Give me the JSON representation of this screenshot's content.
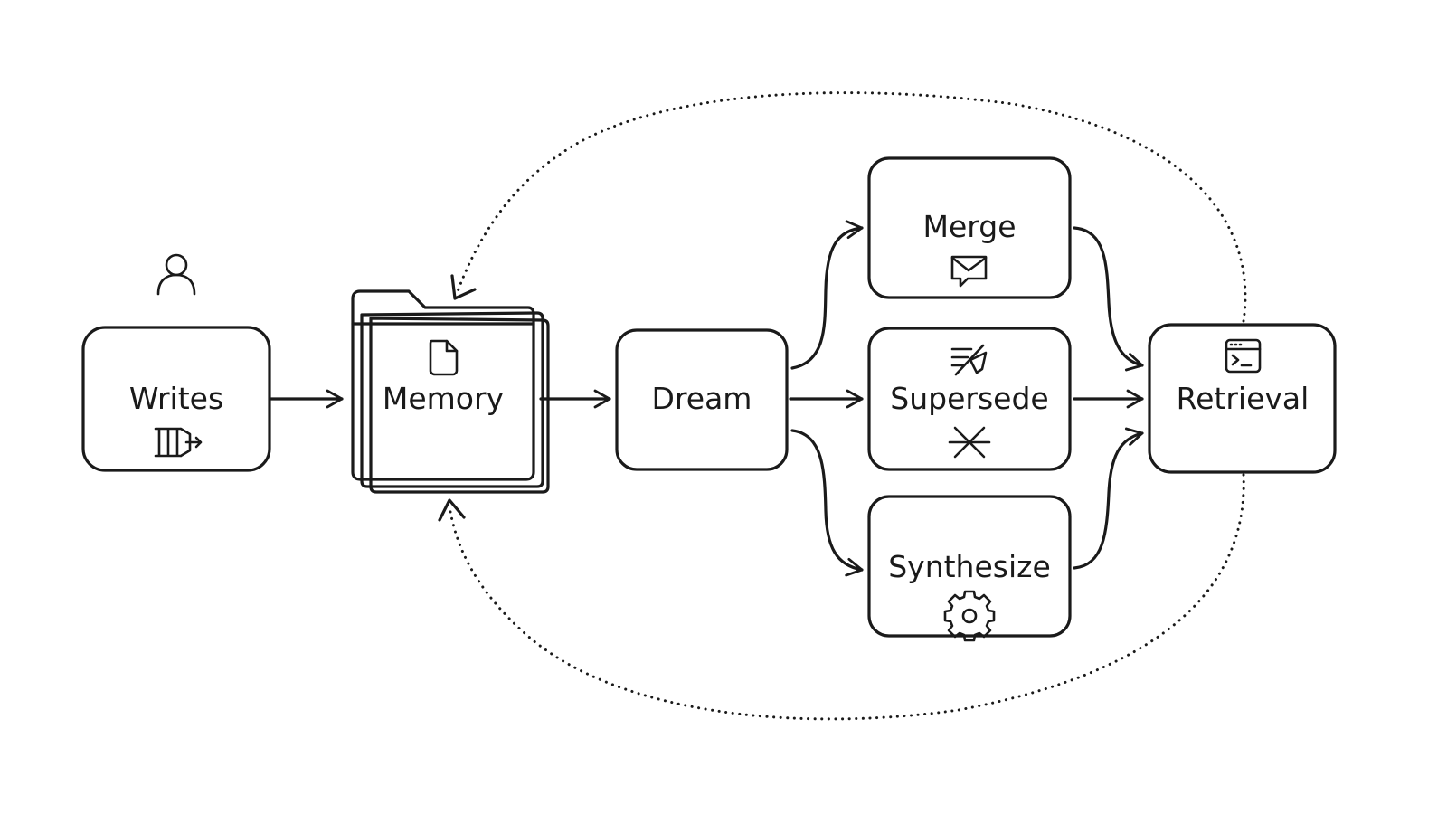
{
  "nodes": {
    "writes": {
      "label": "Writes",
      "fill": "#fbe8a6",
      "icon": "write-input-icon",
      "badge_icon": "user-icon"
    },
    "memory": {
      "label": "Memory",
      "fill": "#c0dcfa",
      "icon": "document-icon",
      "shape": "folder-stack"
    },
    "dream": {
      "label": "Dream",
      "fill": "#e1c9f1"
    },
    "merge": {
      "label": "Merge",
      "fill": "#e1c9f1",
      "icon": "envelope-icon"
    },
    "supersede": {
      "label": "Supersede",
      "fill": "#e1c9f1",
      "icon": "strike-arrow-icon",
      "icon2": "x-icon"
    },
    "synthesize": {
      "label": "Synthesize",
      "fill": "#e1c9f1",
      "icon": "gear-icon"
    },
    "retrieval": {
      "label": "Retrieval",
      "fill": "#c0dcfa",
      "icon": "terminal-window-icon"
    }
  },
  "edges": [
    {
      "from": "writes",
      "to": "memory",
      "style": "solid"
    },
    {
      "from": "memory",
      "to": "dream",
      "style": "solid"
    },
    {
      "from": "dream",
      "to": "merge",
      "style": "solid"
    },
    {
      "from": "dream",
      "to": "supersede",
      "style": "solid"
    },
    {
      "from": "dream",
      "to": "synthesize",
      "style": "solid"
    },
    {
      "from": "merge",
      "to": "retrieval",
      "style": "solid"
    },
    {
      "from": "supersede",
      "to": "retrieval",
      "style": "solid"
    },
    {
      "from": "synthesize",
      "to": "retrieval",
      "style": "solid"
    },
    {
      "from": "retrieval",
      "to": "memory",
      "style": "dotted",
      "route": "over-top"
    },
    {
      "from": "retrieval",
      "to": "memory",
      "style": "dotted",
      "route": "under-bottom"
    }
  ]
}
